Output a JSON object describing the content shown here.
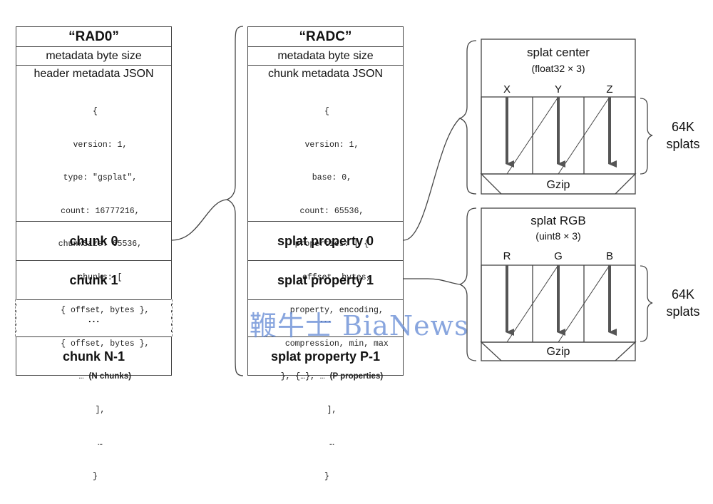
{
  "rad0": {
    "title": "“RAD0”",
    "meta_size": "metadata byte size",
    "json_head": "header metadata JSON",
    "json_lines": [
      "{",
      "  version: 1,",
      "  type: \"gsplat\",",
      "  count: 16777216,",
      "  chunkSize: 65536,",
      "  chunks: [",
      "    { offset, bytes },",
      "    { offset, bytes },",
      "    … ",
      "  ],",
      "  …",
      "}"
    ],
    "json_bold_note": "(N chunks)",
    "rows": [
      "chunk 0",
      "chunk 1",
      "…",
      "chunk N-1"
    ]
  },
  "radc": {
    "title": "“RADC”",
    "meta_size": "metadata byte size",
    "json_head": "chunk metadata JSON",
    "json_lines": [
      "{",
      "  version: 1,",
      "  base: 0,",
      "  count: 65536,",
      "  properties: [ {",
      "    offset, bytes,",
      "    property, encoding,",
      "    compression, min, max",
      "  }, {…}, … ",
      "  ],",
      "  …",
      "}"
    ],
    "json_bold_note": "(P properties)",
    "rows": [
      "splat property 0",
      "splat property 1",
      "…",
      "splat property P-1"
    ]
  },
  "panel_center": {
    "title": "splat center",
    "subtitle": "(float32 × 3)",
    "axes": [
      "X",
      "Y",
      "Z"
    ],
    "gzip": "Gzip",
    "side_label_1": "64K",
    "side_label_2": "splats"
  },
  "panel_rgb": {
    "title": "splat RGB",
    "subtitle": "(uint8 × 3)",
    "axes": [
      "R",
      "G",
      "B"
    ],
    "gzip": "Gzip",
    "side_label_1": "64K",
    "side_label_2": "splats"
  },
  "watermark": "鞭牛士 BiaNews",
  "colors": {
    "line": "#444444",
    "arrow": "#555555",
    "watermark": "#6b8fd6"
  }
}
